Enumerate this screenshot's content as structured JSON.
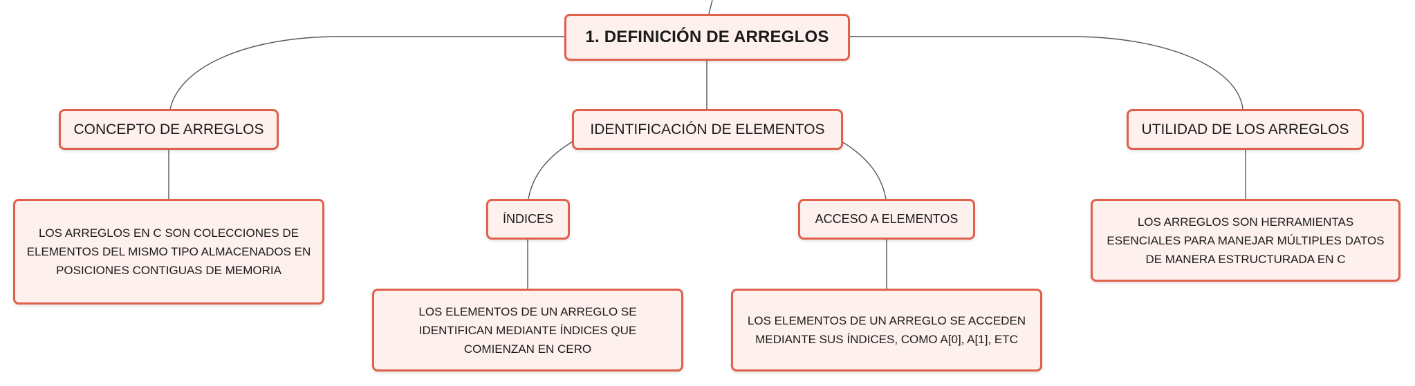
{
  "diagram": {
    "root": {
      "label": "1. DEFINICIÓN DE ARREGLOS"
    },
    "concepto": {
      "label": "CONCEPTO DE ARREGLOS",
      "detail": "LOS ARREGLOS EN C SON COLECCIONES DE ELEMENTOS DEL MISMO TIPO ALMACENADOS EN POSICIONES CONTIGUAS DE MEMORIA"
    },
    "identificacion": {
      "label": "IDENTIFICACIÓN DE ELEMENTOS",
      "indices": {
        "label": "ÍNDICES",
        "detail": "LOS ELEMENTOS DE UN ARREGLO SE IDENTIFICAN MEDIANTE ÍNDICES QUE COMIENZAN EN CERO"
      },
      "acceso": {
        "label": "ACCESO A ELEMENTOS",
        "detail": "LOS ELEMENTOS DE UN ARREGLO SE ACCEDEN MEDIANTE SUS ÍNDICES, COMO A[0], A[1], ETC"
      }
    },
    "utilidad": {
      "label": "UTILIDAD DE LOS ARREGLOS",
      "detail": "LOS ARREGLOS SON HERRAMIENTAS ESENCIALES PARA MANEJAR MÚLTIPLES DATOS DE MANERA ESTRUCTURADA EN C"
    },
    "colors": {
      "node_border": "#e0604c",
      "node_fill": "#fdf0ed",
      "connector": "#555555"
    }
  }
}
